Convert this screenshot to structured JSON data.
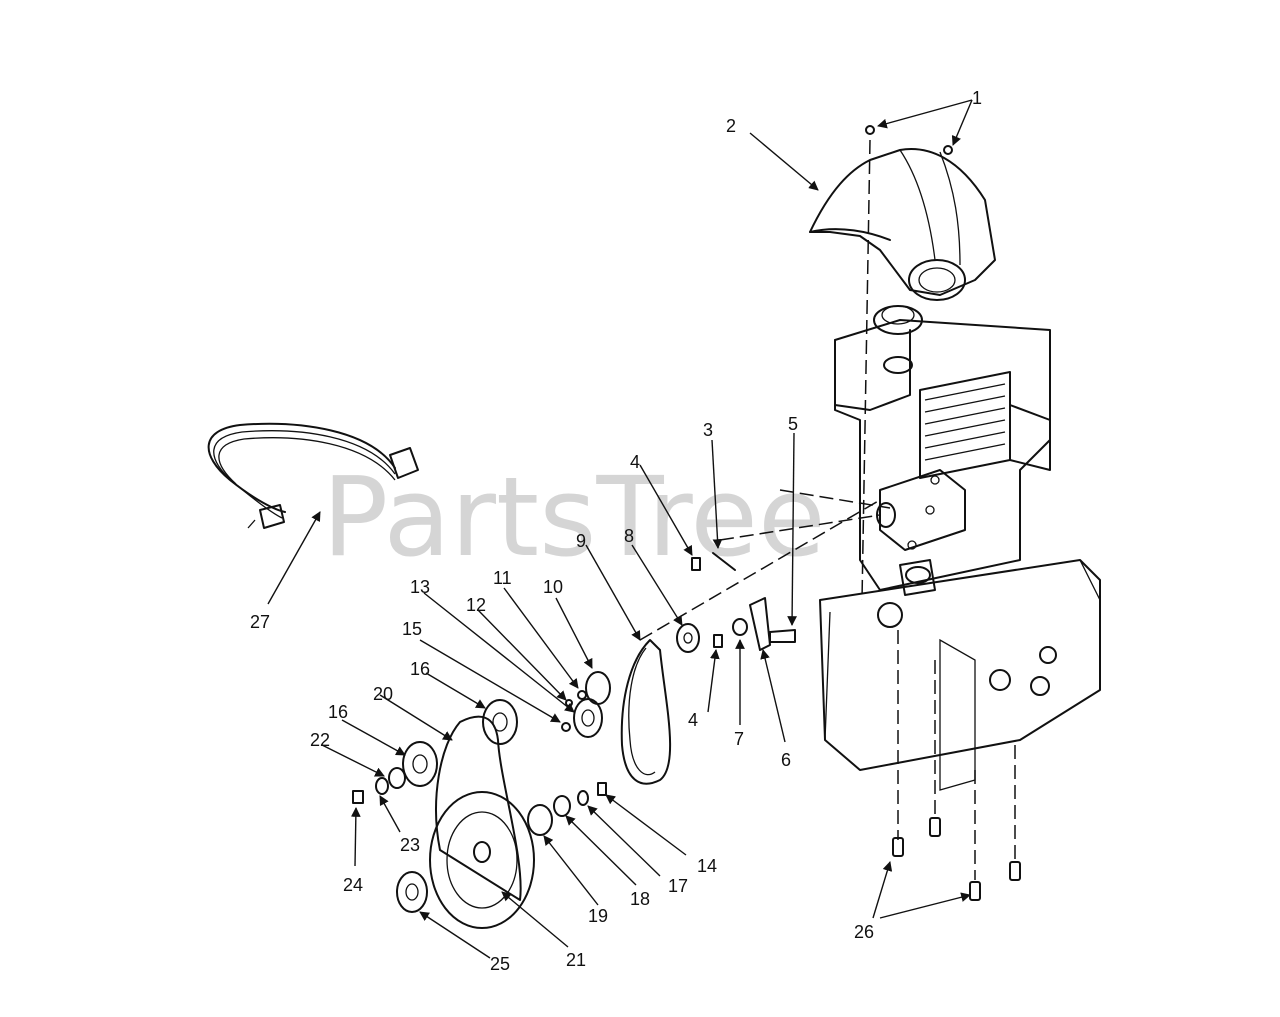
{
  "watermark": "PartsTree",
  "callouts": {
    "c1": "1",
    "c2": "2",
    "c3": "3",
    "c4a": "4",
    "c4b": "4",
    "c5": "5",
    "c6": "6",
    "c7": "7",
    "c8": "8",
    "c9": "9",
    "c10": "10",
    "c11": "11",
    "c12": "12",
    "c13": "13",
    "c14": "14",
    "c15": "15",
    "c16a": "16",
    "c16b": "16",
    "c17": "17",
    "c18": "18",
    "c19": "19",
    "c20": "20",
    "c21": "21",
    "c22": "22",
    "c23": "23",
    "c24": "24",
    "c25": "25",
    "c26": "26",
    "c27": "27"
  }
}
